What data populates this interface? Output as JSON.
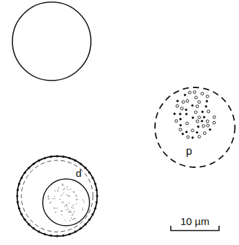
{
  "diagram": {
    "labels": [
      "d",
      "p",
      "10 µm"
    ]
  }
}
